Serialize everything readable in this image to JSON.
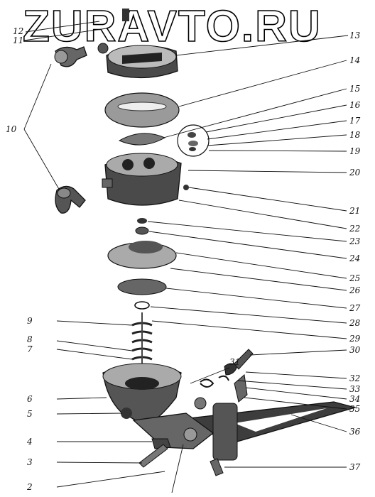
{
  "watermark": "ZURAVTO.RU",
  "callouts": [
    "2",
    "3",
    "4",
    "5",
    "6",
    "7",
    "8",
    "9",
    "10",
    "11",
    "12",
    "13",
    "14",
    "15",
    "16",
    "17",
    "18",
    "19",
    "20",
    "21",
    "22",
    "23",
    "24",
    "25",
    "26",
    "27",
    "28",
    "29",
    "30",
    "31",
    "32",
    "33",
    "34",
    "35",
    "36",
    "37"
  ]
}
